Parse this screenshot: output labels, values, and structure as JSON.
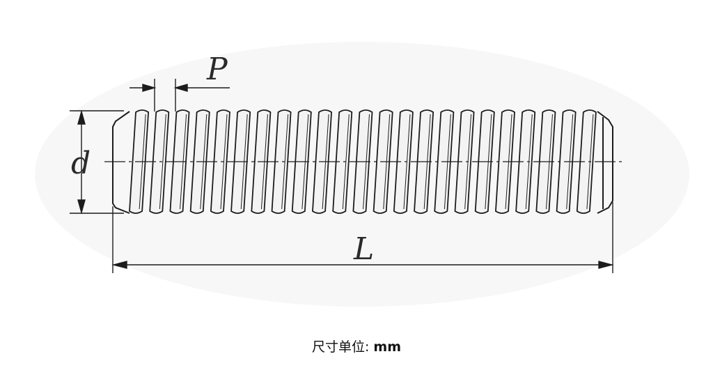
{
  "diagram": {
    "dimension_labels": {
      "pitch": "P",
      "diameter": "d",
      "length": "L"
    },
    "thread_turns": 23
  },
  "caption": {
    "label": "尺寸单位:",
    "unit": "mm"
  },
  "colors": {
    "line": "#1c1c1c",
    "background": "#ffffff"
  }
}
